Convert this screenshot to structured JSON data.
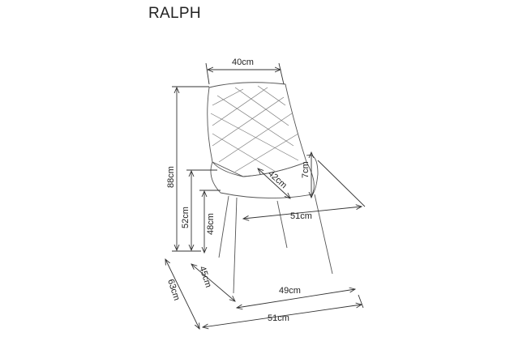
{
  "title": "RALPH",
  "dimensions": {
    "backrest_width": "40cm",
    "total_height": "88cm",
    "seat_height": "52cm",
    "seat_to_floor": "48cm",
    "seat_depth": "42cm",
    "armrest_height": "7cm",
    "seat_width": "51cm",
    "leg_depth": "45cm",
    "leg_width": "49cm",
    "total_depth": "63cm",
    "total_width": "51cm"
  },
  "colors": {
    "line": "#333333",
    "text": "#222222"
  }
}
